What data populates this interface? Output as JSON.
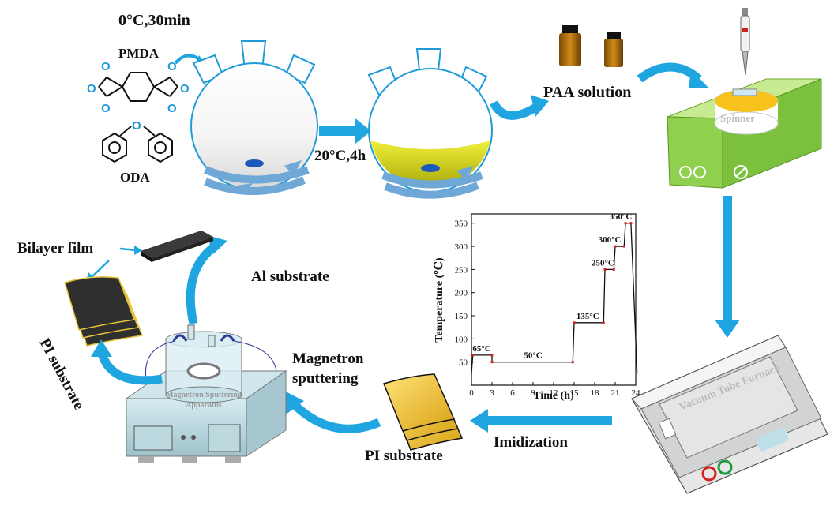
{
  "labels": {
    "cond_ice": "0°C,30min",
    "pmda": "PMDA",
    "oda": "ODA",
    "cond_rt": "20°C,4h",
    "paa_solution": "PAA solution",
    "spinner": "Spinner",
    "vacuum_furnace": "Vacuum Tube Furnace",
    "imidization": "Imidization",
    "pi_substrate_bottom": "PI substrate",
    "magnetron_sputtering": "Magnetron\nsputtering",
    "apparatus": "Magnetron Sputtering\nApparatus",
    "al_substrate": "Al substrate",
    "bilayer_film": "Bilayer film",
    "pi_substrate_left": "PI substrate",
    "oxygen": "O"
  },
  "colors": {
    "arrow_blue": "#1fa6e0",
    "flask_blue": "#1f9bd8",
    "solution_yellow": "#e2e21a",
    "spinner_green": "#8fd14f",
    "spinner_top": "#f7c21b",
    "pi_gold": "#f2c12e",
    "film_dark": "#2b2b2b",
    "furnace_grey": "#d9dadb",
    "heating_curve": "#111111",
    "marker": "#d82020"
  },
  "chart_data": {
    "type": "line",
    "xlabel": "Time (h)",
    "ylabel": "Temperature (℃)",
    "xlim": [
      0,
      24
    ],
    "ylim": [
      0,
      370
    ],
    "xticks": [
      0,
      3,
      6,
      9,
      12,
      15,
      18,
      21,
      24
    ],
    "yticks": [
      50,
      100,
      150,
      200,
      250,
      300,
      350
    ],
    "x": [
      0,
      0.2,
      3,
      3,
      14.8,
      15,
      19.3,
      19.5,
      20.8,
      21,
      22.3,
      22.5,
      23.3,
      24.2
    ],
    "y": [
      25,
      65,
      65,
      50,
      50,
      135,
      135,
      250,
      250,
      300,
      300,
      350,
      350,
      25
    ],
    "annotations": [
      {
        "text": "65°C",
        "x": 1.5,
        "y": 65
      },
      {
        "text": "50°C",
        "x": 9,
        "y": 50
      },
      {
        "text": "135°C",
        "x": 17,
        "y": 135
      },
      {
        "text": "250°C",
        "x": 19.2,
        "y": 250
      },
      {
        "text": "300°C",
        "x": 20.2,
        "y": 300
      },
      {
        "text": "350°C",
        "x": 21.8,
        "y": 350
      }
    ]
  }
}
